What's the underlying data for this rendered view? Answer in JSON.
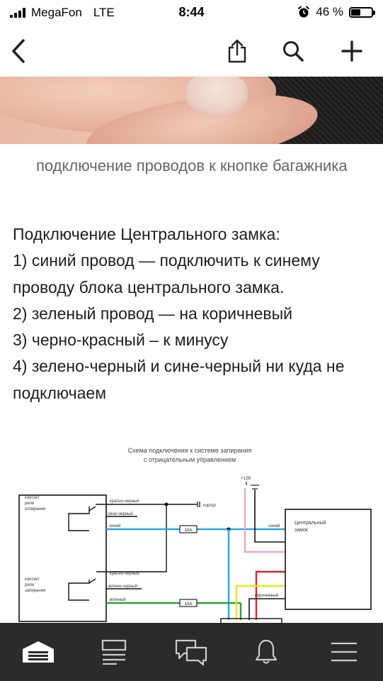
{
  "status_bar": {
    "carrier": "MegaFon",
    "network": "LTE",
    "time": "8:44",
    "battery": "46 %",
    "battery_level": 0.46
  },
  "nav_bar": {
    "icons": [
      "back-chevron-icon",
      "share-icon",
      "search-icon",
      "plus-icon"
    ]
  },
  "photo_caption": "подключение проводов к кнопке багажника",
  "article": {
    "lines": [
      "Подключение Центрального замка:",
      "1) синий провод — подключить к синему проводу блока центрального замка.",
      "2) зеленый провод — на коричневый",
      "3) черно-красный – к минусу",
      "4) зелено-черный и сине-черный ни куда не подключаем"
    ]
  },
  "diagram": {
    "title_line1": "Схема  подключения к системе запирания",
    "title_line2": "с отрицательным управлением",
    "plus12": "+12В",
    "relay1_label": [
      "контакт",
      "реле",
      "отпирания"
    ],
    "relay2_label": [
      "контакт",
      "реле",
      "запирания"
    ],
    "wires": {
      "red_black_1": "красно-черный",
      "blue_black": "сине-черный",
      "blue": "синий",
      "red_black_2": "красно-черный",
      "green_black": "зелено-черный",
      "green": "зеленый",
      "ground": "корпус",
      "blue_right": "синий",
      "brown": "коричневый"
    },
    "fuse1": "10A",
    "fuse2": "10A",
    "central_lock": [
      "Центральный",
      "замок"
    ],
    "colors": {
      "blue": "#2aa7e0",
      "green": "#2f9e3a",
      "pink": "#f0a3c8",
      "red": "#d8262b",
      "yellow": "#f2e21a",
      "title": "#444444"
    }
  },
  "tab_bar": {
    "icons": [
      "garage-icon",
      "feed-icon",
      "messages-icon",
      "bell-icon",
      "menu-icon"
    ]
  }
}
